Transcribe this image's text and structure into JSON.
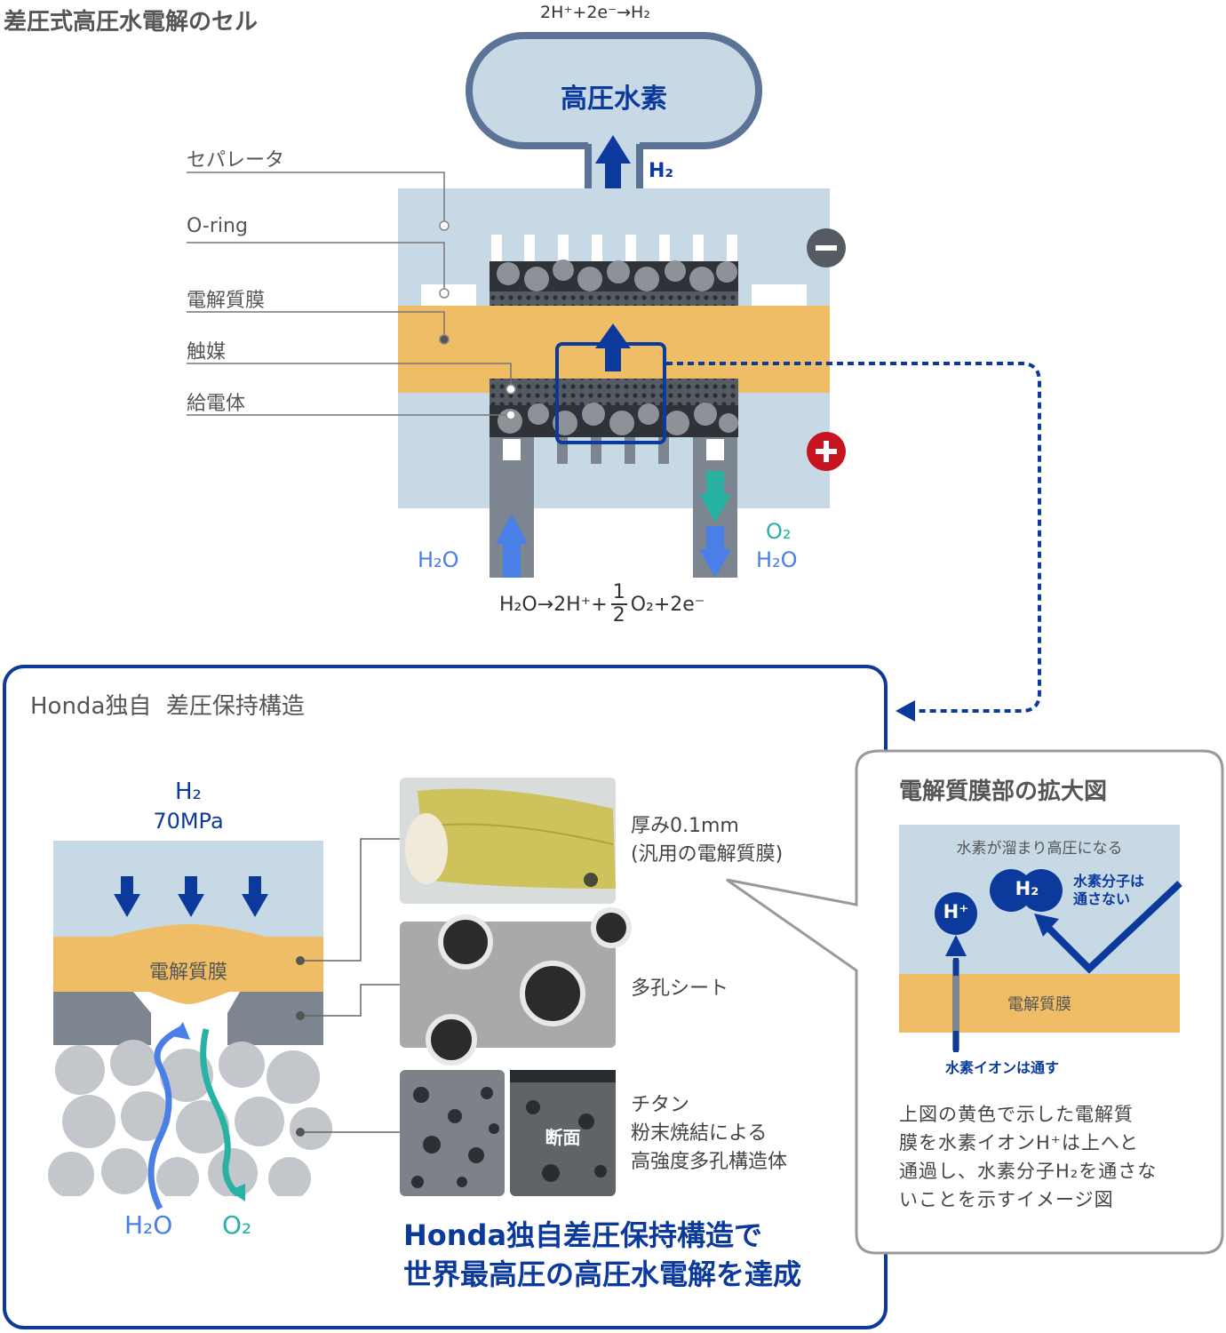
{
  "title": "差圧式高圧水電解のセル",
  "top_reaction": "2H⁺+2e⁻→H₂",
  "tank_label": "高圧水素",
  "h2_label": "H₂",
  "labels": {
    "separator": "セパレータ",
    "oring": "O-ring",
    "membrane": "電解質膜",
    "catalyst": "触媒",
    "feeder": "給電体"
  },
  "h2o_in": "H₂O",
  "o2_out": "O₂",
  "h2o_out": "H₂O",
  "bottom_reaction": {
    "left": "H₂O→2H⁺+",
    "num": "1",
    "den": "2",
    "right": "O₂+2e⁻"
  },
  "panel": {
    "title": "Honda独自  差圧保持構造",
    "h2": "H₂",
    "pressure": "70MPa",
    "membrane": "電解質膜",
    "h2o": "H₂O",
    "o2": "O₂",
    "desc1_line1": "厚み0.1mm",
    "desc1_line2": "(汎用の電解質膜)",
    "desc2": "多孔シート",
    "desc3_line1": "チタン",
    "desc3_line2": "粉末焼結による",
    "desc3_line3": "高強度多孔構造体",
    "cross_section": "断面",
    "headline_line1": "Honda独自差圧保持構造で",
    "headline_line2": "世界最高圧の高圧水電解を達成"
  },
  "zoom": {
    "title": "電解質膜部の拡大図",
    "top_text": "水素が溜まり高圧になる",
    "h_ion": "H⁺",
    "h2": "H₂",
    "h2_blocked_line1": "水素分子は",
    "h2_blocked_line2": "通さない",
    "membrane": "電解質膜",
    "ion_pass": "水素イオンは通す",
    "caption_line1": "上図の黄色で示した電解質",
    "caption_line2": "膜を水素イオンH⁺は上へと",
    "caption_line3": "通過し、水素分子H₂を通さな",
    "caption_line4": "いことを示すイメージ図"
  },
  "colors": {
    "blue_dark": "#0b3a9c",
    "blue_light": "#4a7fe8",
    "teal": "#28b2a4",
    "membrane": "#f0bd67",
    "bg_blue": "#c8d9e6",
    "gray": "#7d8590",
    "red": "#c8141e"
  }
}
